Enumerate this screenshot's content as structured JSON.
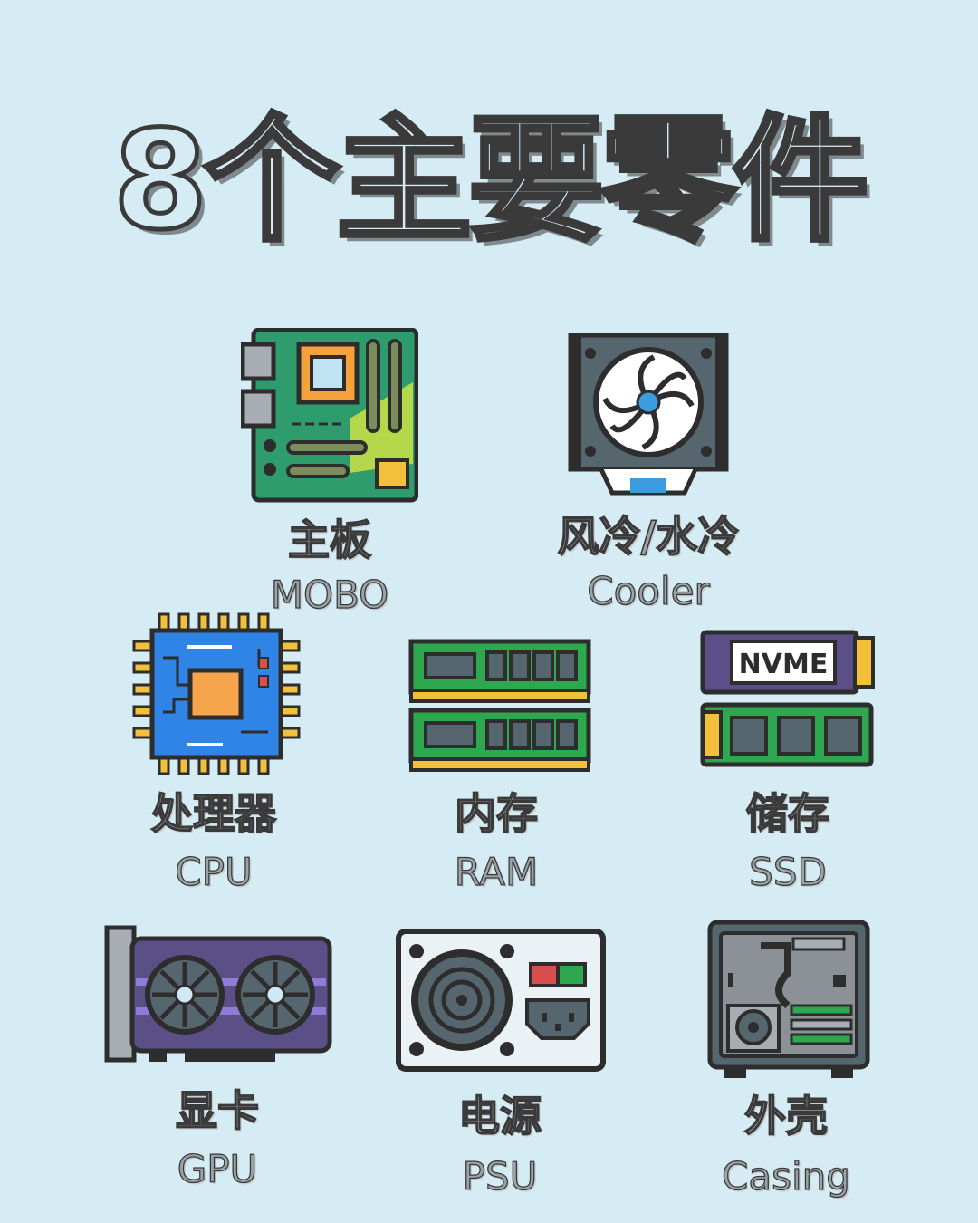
{
  "title": "8个主要零件",
  "colors": {
    "background": "#d5ecf4",
    "outline": "#2d2d2d"
  },
  "parts": [
    {
      "icon": "motherboard-icon",
      "cn": "主板",
      "en": "MOBO"
    },
    {
      "icon": "cooler-fan-icon",
      "cn": "风冷/水冷",
      "en": "Cooler"
    },
    {
      "icon": "cpu-chip-icon",
      "cn": "处理器",
      "en": "CPU"
    },
    {
      "icon": "ram-stick-icon",
      "cn": "内存",
      "en": "RAM"
    },
    {
      "icon": "ssd-nvme-icon",
      "cn": "储存",
      "en": "SSD",
      "badge": "NVME"
    },
    {
      "icon": "graphics-card-icon",
      "cn": "显卡",
      "en": "GPU"
    },
    {
      "icon": "power-supply-icon",
      "cn": "电源",
      "en": "PSU"
    },
    {
      "icon": "pc-case-icon",
      "cn": "外壳",
      "en": "Casing"
    }
  ]
}
